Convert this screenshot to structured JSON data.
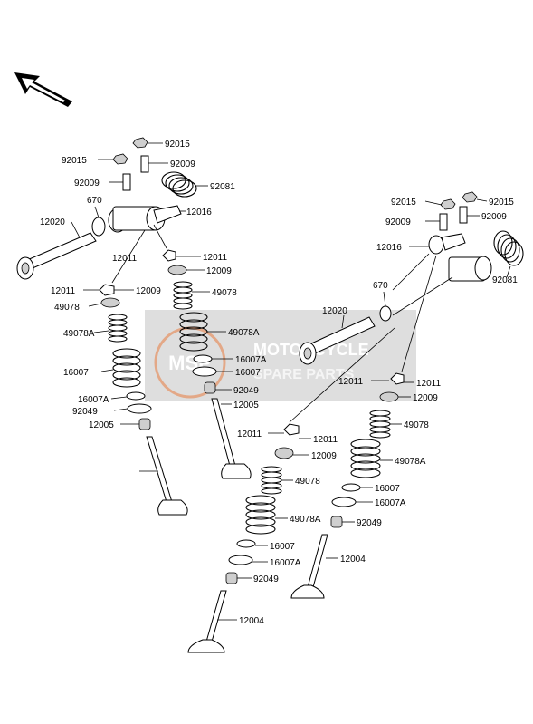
{
  "watermark": {
    "brand_line1": "MOTORCYCLE",
    "brand_line2": "SPARE PARTS",
    "logo_text": "MSP"
  },
  "labels": {
    "l1": "92015",
    "l2": "92015",
    "l3": "92009",
    "l4": "92009",
    "l5": "92081",
    "l6": "670",
    "l7": "12020",
    "l8": "12016",
    "l9": "12011",
    "l10": "12009",
    "l11": "12011",
    "l12": "12011",
    "l13": "12009",
    "l14": "49078",
    "l15": "49078",
    "l16": "49078A",
    "l17": "49078A",
    "l18": "16007",
    "l19": "16007A",
    "l20": "16007",
    "l21": "16007A",
    "l22": "92049",
    "l23": "92049",
    "l24": "12005",
    "l25": "12005",
    "r1": "92015",
    "r2": "92015",
    "r3": "92009",
    "r4": "92009",
    "r5": "12016",
    "r6": "92081",
    "r7": "670",
    "r8": "12020",
    "r9": "12011",
    "r10": "12011",
    "r11": "12009",
    "r12": "49078",
    "r13": "49078A",
    "r14": "16007",
    "r15": "16007A",
    "r16": "92049",
    "r17": "12004",
    "c1": "12011",
    "c2": "12011",
    "c3": "12009",
    "c4": "49078",
    "c5": "49078A",
    "c6": "16007",
    "c7": "16007A",
    "c8": "92049",
    "c9": "12004"
  },
  "icons": {
    "direction_arrow": "front-direction-arrow-icon"
  },
  "colors": {
    "watermark_fill": "#c9c9c9",
    "watermark_accent": "#e08a5a"
  }
}
